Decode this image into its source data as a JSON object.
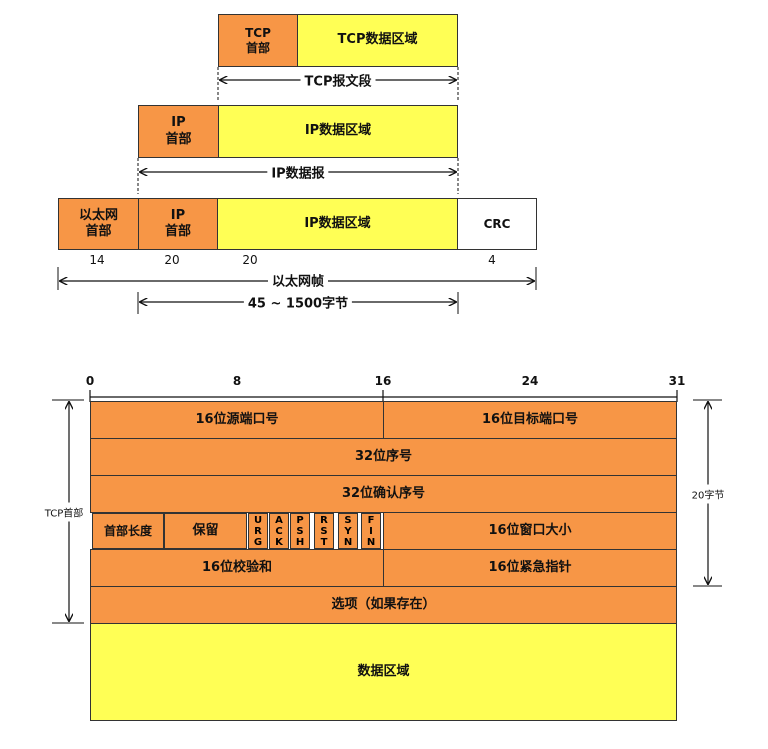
{
  "top_diagram": {
    "tcp_header": "TCP\n首部",
    "tcp_data": "TCP数据区域",
    "tcp_segment_label": "TCP报文段",
    "ip_header": "IP\n首部",
    "ip_data": "IP数据区域",
    "ip_datagram_label": "IP数据报",
    "eth_header": "以太网\n首部",
    "eth_ip_header": "IP\n首部",
    "eth_ip_data": "IP数据区域",
    "crc": "CRC",
    "size_eth_header": "14",
    "size_ip_header": "20",
    "size_tcp_header": "20",
    "size_crc": "4",
    "eth_frame_label": "以太网帧",
    "payload_size_label": "45 ~ 1500字节"
  },
  "tcp_header_diagram": {
    "bit_labels": [
      "0",
      "8",
      "16",
      "24",
      "31"
    ],
    "src_port": "16位源端口号",
    "dst_port": "16位目标端口号",
    "seq": "32位序号",
    "ack": "32位确认序号",
    "header_len": "首部长度",
    "reserved": "保留",
    "flags": [
      "URG",
      "ACK",
      "PSH",
      "RST",
      "SYN",
      "FIN"
    ],
    "window": "16位窗口大小",
    "checksum": "16位校验和",
    "urgent": "16位紧急指针",
    "options": "选项（如果存在）",
    "data": "数据区域",
    "left_label": "TCP首部",
    "right_label": "20字节"
  }
}
